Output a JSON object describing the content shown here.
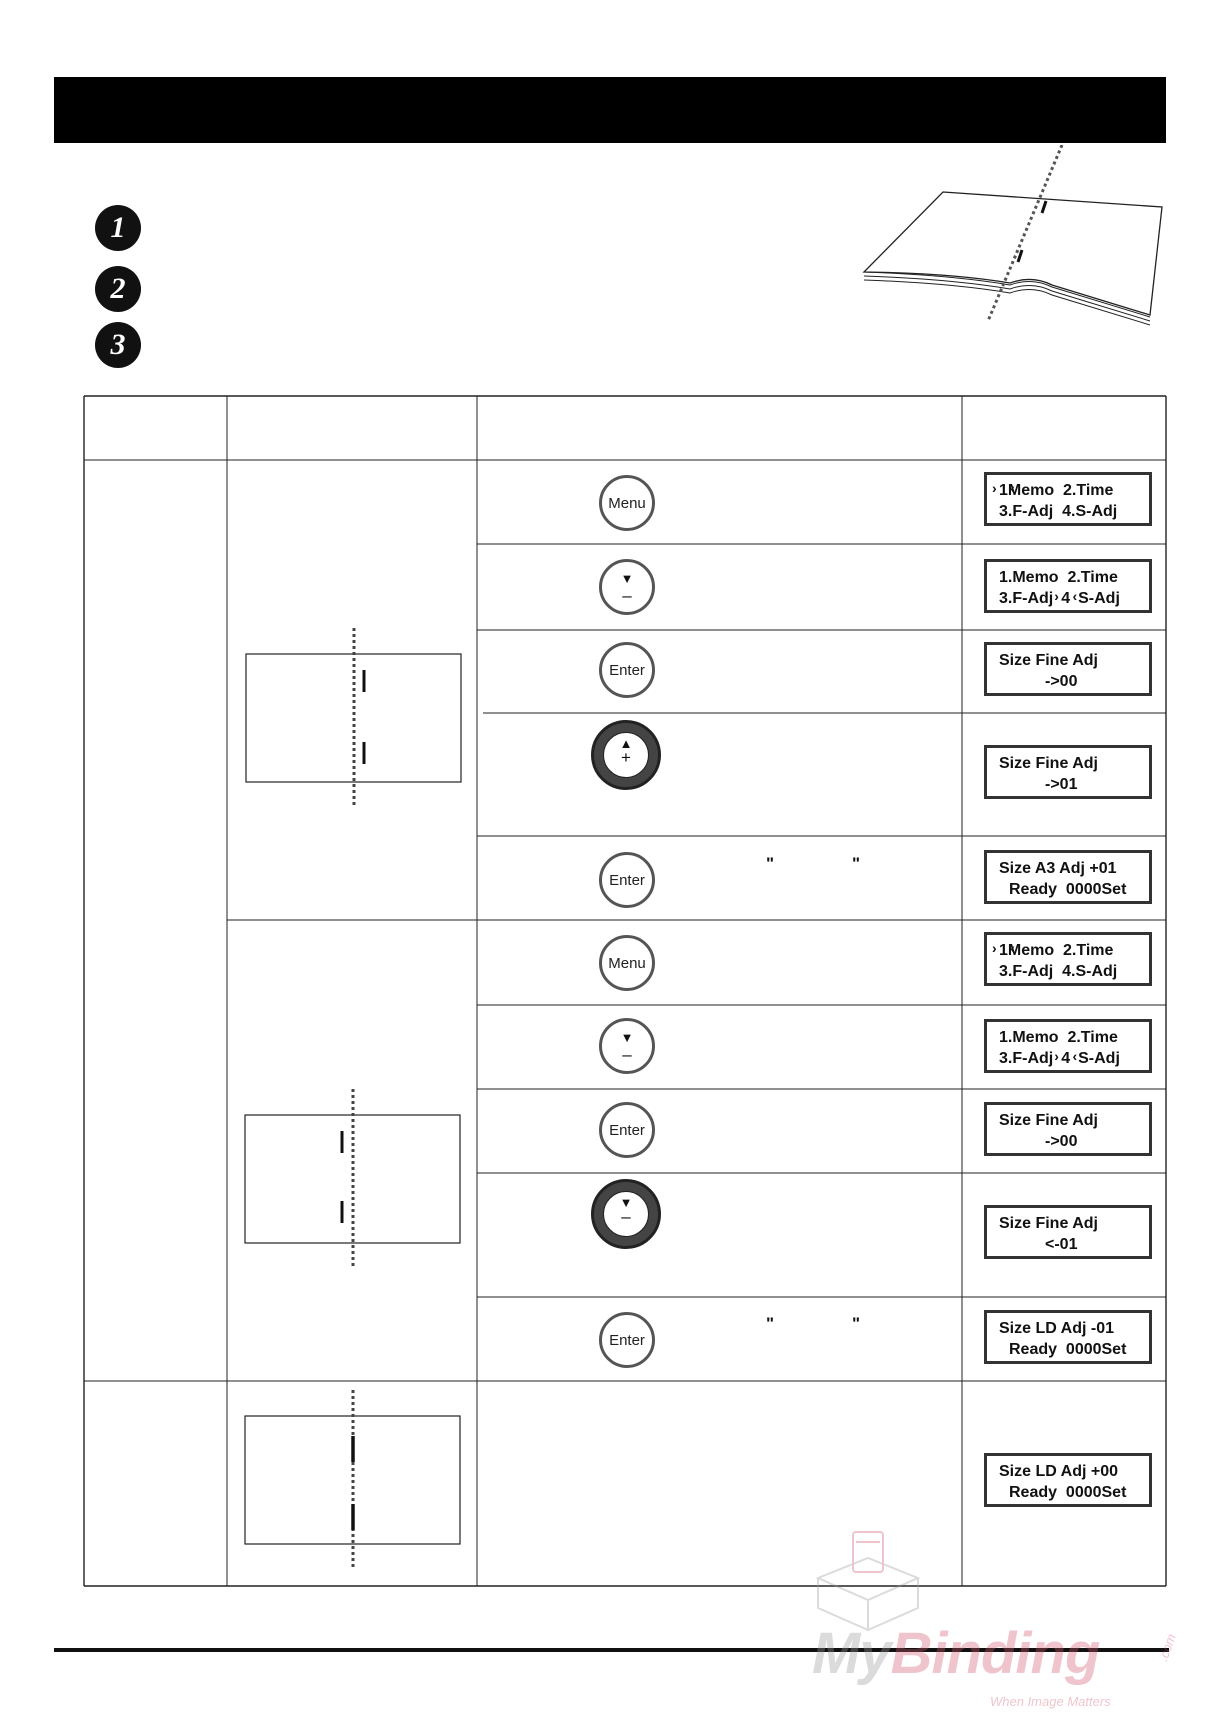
{
  "header": {
    "title": ""
  },
  "steps": [
    {
      "number": "1",
      "icon": "step-number-1-icon"
    },
    {
      "number": "2",
      "icon": "step-number-2-icon"
    },
    {
      "number": "3",
      "icon": "step-number-3-icon"
    }
  ],
  "illustration": {
    "icon": "open-booklet-icon"
  },
  "table": {
    "headers": [
      "",
      "",
      "",
      ""
    ]
  },
  "buttons": {
    "menu": "Menu",
    "enter": "Enter",
    "up_arrow": "▲",
    "down_arrow": "▼",
    "plus": "+",
    "minus": "–"
  },
  "quote_marks": {
    "left": "\"",
    "right": "\""
  },
  "lcd": {
    "g1_menu": {
      "opt1": "1",
      "l1_rest": "Memo  2.Time",
      "l2": "3.F-Adj  4.S-Adj"
    },
    "g1_down": {
      "l1": "1.Memo  2.Time",
      "l2_a": "3.F-Adj",
      "opt4": "4",
      "l2_b": "S-Adj"
    },
    "g1_enter": {
      "l1": "Size Fine Adj",
      "l2": "->00"
    },
    "g1_up": {
      "l1": "Size Fine Adj",
      "l2": "->01"
    },
    "g1_set": {
      "l1": "Size A3 Adj +01",
      "l2": "Ready  0000Set"
    },
    "g2_menu": {
      "opt1": "1",
      "l1_rest": "Memo  2.Time",
      "l2": "3.F-Adj  4.S-Adj"
    },
    "g2_down": {
      "l1": "1.Memo  2.Time",
      "l2_a": "3.F-Adj",
      "opt4": "4",
      "l2_b": "S-Adj"
    },
    "g2_enter": {
      "l1": "Size Fine Adj",
      "l2": "->00"
    },
    "g2_dn": {
      "l1": "Size Fine Adj",
      "l2": "<-01"
    },
    "g2_set": {
      "l1": "Size LD Adj -01",
      "l2": "Ready  0000Set"
    },
    "g3_result": {
      "l1": "Size LD Adj +00",
      "l2": "Ready  0000Set"
    }
  },
  "watermark": {
    "brand_a": "My",
    "brand_b": "Binding",
    "suffix": ".com",
    "tagline": "When Image Matters"
  },
  "colors": {
    "bar": "#000000",
    "lines": "#222222",
    "brand_accent": "#d25a6e"
  }
}
